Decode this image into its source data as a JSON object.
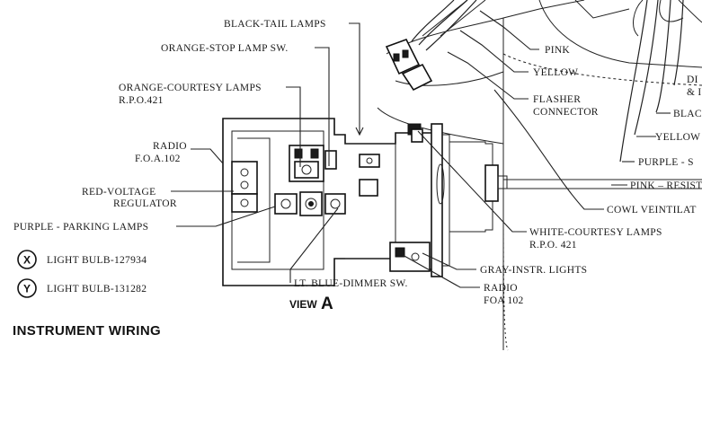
{
  "title": "INSTRUMENT WIRING",
  "view": {
    "prefix": "VIEW",
    "letter": "A"
  },
  "labels": {
    "black_tail": "BLACK-TAIL LAMPS",
    "orange_stop": "ORANGE-STOP LAMP SW.",
    "orange_courtesy_1": "ORANGE-COURTESY LAMPS",
    "orange_courtesy_2": "R.P.O.421",
    "radio_left_1": "RADIO",
    "radio_left_2": "F.O.A.102",
    "red_voltage_1": "RED-VOLTAGE",
    "red_voltage_2": "REGULATOR",
    "purple_parking": "PURPLE - PARKING LAMPS",
    "lt_blue_dimmer": "LT. BLUE-DIMMER SW.",
    "pink": "PINK",
    "yellow": "YELLOW",
    "flasher_1": "FLASHER",
    "flasher_2": "CONNECTOR",
    "black_right": "BLAC",
    "yellow_right": "YELLOW",
    "purple_right": "PURPLE - S",
    "pink_resist": "PINK – RESIST",
    "cowl": "COWL VEINTILAT",
    "dir_1": "DI",
    "dir_2": "& I",
    "white_courtesy_1": "WHITE-COURTESY LAMPS",
    "white_courtesy_2": "R.P.O. 421",
    "gray_instr": "GRAY-INSTR. LIGHTS",
    "radio_right_1": "RADIO",
    "radio_right_2": "FOA 102"
  },
  "legend": [
    {
      "symbol": "X",
      "text": "LIGHT BULB-127934"
    },
    {
      "symbol": "Y",
      "text": "LIGHT BULB-131282"
    }
  ]
}
